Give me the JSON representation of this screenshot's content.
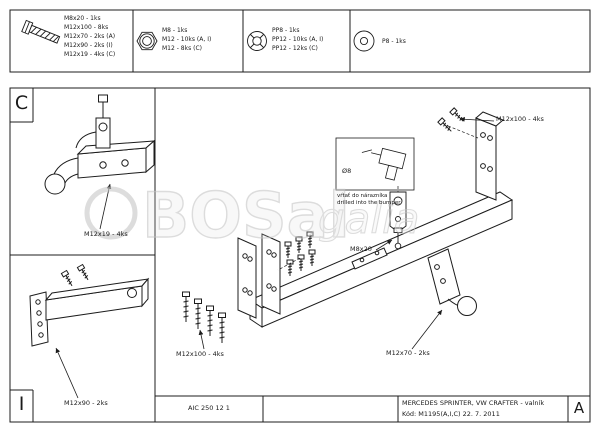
{
  "watermark": {
    "brand_primary": "BOSal",
    "brand_secondary": "galia"
  },
  "parts_strip": {
    "bolts": {
      "icon": "bolt-icon",
      "lines": [
        "M8x20 - 1ks",
        "M12x100 - 8ks",
        "M12x70 - 2ks (A)",
        "M12x90 - 2ks (I)",
        "M12x19 - 4ks (C)"
      ]
    },
    "nuts": {
      "icon": "nut-icon",
      "lines": [
        "M8 - 1ks",
        "M12 - 10ks (A, I)",
        "M12 - 8ks (C)"
      ]
    },
    "spring_washers": {
      "icon": "spring-washer-icon",
      "lines": [
        "PP8 - 1ks",
        "PP12 - 10ks (A, I)",
        "PP12 - 12ks (C)"
      ]
    },
    "flat_washers": {
      "icon": "flat-washer-icon",
      "lines": [
        "P8 - 1ks"
      ]
    }
  },
  "section_labels": {
    "c": "C",
    "i": "I",
    "a": "A"
  },
  "callouts": {
    "c_bolts": "M12x19 - 4ks",
    "i_bolts": "M12x90 - 2ks",
    "top_right_bolts": "M12x100 - 4ks",
    "bottom_left_bolts": "M12x100 - 4ks",
    "ball_bolts": "M12x70 - 2ks",
    "bumper_bolt": "M8x20",
    "drill_diameter": "Ø8",
    "drill_note_sk": "vŕtať do nárazníka",
    "drill_note_en": "drilled into the bumper"
  },
  "title_block": {
    "drawing_number": "AIC 250 12 1",
    "vehicle": "MERCEDES SPRINTER, VW CRAFTER - valník",
    "code_line": "Kód: M1195(A,I,C)  22. 7. 2011"
  }
}
